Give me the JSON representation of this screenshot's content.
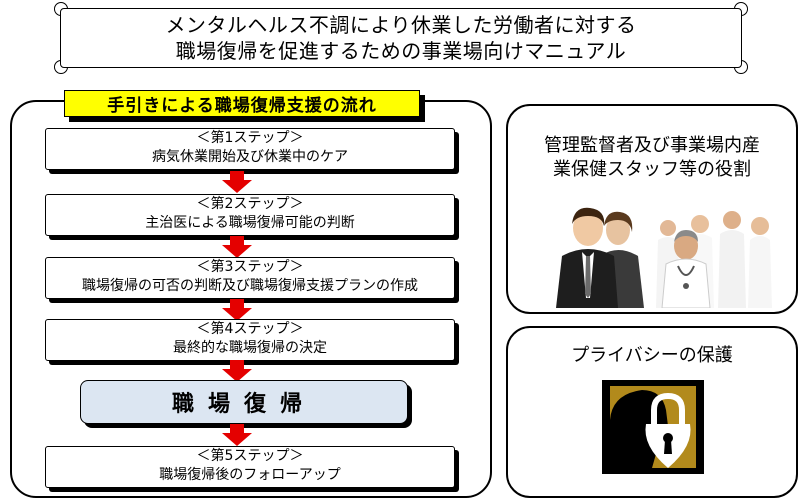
{
  "header": {
    "line1": "メンタルヘルス不調により休業した労働者に対する",
    "line2": "職場復帰を促進するための事業場向けマニュアル"
  },
  "flow": {
    "title": "手引きによる職場復帰支援の流れ",
    "steps": [
      {
        "step": "＜第1ステップ＞",
        "desc": "病気休業開始及び休業中のケア"
      },
      {
        "step": "＜第2ステップ＞",
        "desc": "主治医による職場復帰可能の判断"
      },
      {
        "step": "＜第3ステップ＞",
        "desc": "職場復帰の可否の判断及び職場復帰支援プランの作成"
      },
      {
        "step": "＜第4ステップ＞",
        "desc": "最終的な職場復帰の決定"
      }
    ],
    "return_label": "職場復帰",
    "final_step": {
      "step": "＜第5ステップ＞",
      "desc": "職場復帰後のフォローアップ"
    }
  },
  "roles": {
    "line1": "管理監督者及び事業場内産",
    "line2": "業保健スタッフ等の役割"
  },
  "privacy": {
    "title": "プライバシーの保護"
  },
  "colors": {
    "title_bg": "#ffff00",
    "arrow": "#e40000",
    "return_bg": "#dce6f2",
    "lock_gold": "#b28a1c"
  }
}
